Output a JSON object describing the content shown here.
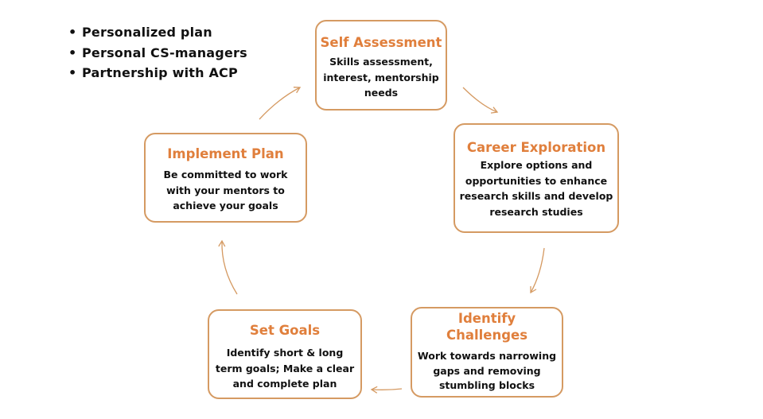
{
  "bullets": [
    "Personalized plan",
    "Personal CS-managers",
    "Partnership with ACP"
  ],
  "cycle": {
    "self_assessment": {
      "title": "Self Assessment",
      "lines": [
        "Skills assessment,",
        "interest, mentorship",
        "needs"
      ]
    },
    "career_exploration": {
      "title": "Career Exploration",
      "lines": [
        "Explore options and",
        "opportunities to enhance",
        "research skills and develop",
        "research studies"
      ]
    },
    "identify_challenges": {
      "title_lines": [
        "Identify",
        "Challenges"
      ],
      "lines": [
        "Work towards narrowing",
        "gaps and removing",
        "stumbling blocks"
      ]
    },
    "set_goals": {
      "title": "Set Goals",
      "lines": [
        "Identify short & long",
        "term goals; Make a clear",
        "and complete plan"
      ]
    },
    "implement_plan": {
      "title": "Implement Plan",
      "lines": [
        "Be committed to work",
        "with your mentors to",
        "achieve your goals"
      ]
    }
  },
  "colors": {
    "accent": "#e07f3c",
    "border": "#d59a62",
    "text": "#111111"
  }
}
